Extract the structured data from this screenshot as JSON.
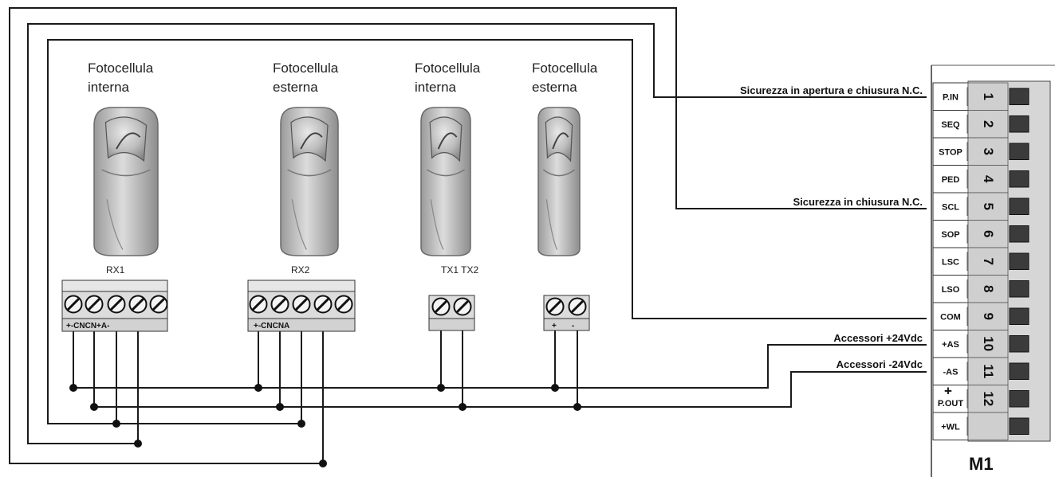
{
  "sensors": [
    {
      "line1": "Fotocellula",
      "line2": "interna"
    },
    {
      "line1": "Fotocellula",
      "line2": "esterna"
    },
    {
      "line1": "Fotocellula",
      "line2": "interna"
    },
    {
      "line1": "Fotocellula",
      "line2": "esterna"
    }
  ],
  "receivers": {
    "rx1": {
      "name": "RX1",
      "terminals": "+-CNCN+A-"
    },
    "rx2": {
      "name": "RX2",
      "terminals": "+-CNCNA"
    },
    "tx": {
      "name": "TX1 TX2"
    },
    "tx2_plus": "+",
    "tx2_minus": "-"
  },
  "annotations": {
    "safety_open_close": "Sicurezza in apertura e chiusura N.C.",
    "safety_close": "Sicurezza in chiusura N.C.",
    "acc_plus": "Accessori +24Vdc",
    "acc_minus": "Accessori  -24Vdc"
  },
  "board": {
    "name": "M1",
    "terminals": [
      {
        "label": "P.IN",
        "num": "1"
      },
      {
        "label": "SEQ",
        "num": "2"
      },
      {
        "label": "STOP",
        "num": "3"
      },
      {
        "label": "PED",
        "num": "4"
      },
      {
        "label": "SCL",
        "num": "5"
      },
      {
        "label": "SOP",
        "num": "6"
      },
      {
        "label": "LSC",
        "num": "7"
      },
      {
        "label": "LSO",
        "num": "8"
      },
      {
        "label": "COM",
        "num": "9"
      },
      {
        "label": "+AS",
        "num": "10"
      },
      {
        "label": "-AS",
        "num": "11"
      },
      {
        "label": "P.OUT",
        "num": "12"
      },
      {
        "label": "+WL",
        "num": ""
      }
    ],
    "pout_plus": "+"
  }
}
